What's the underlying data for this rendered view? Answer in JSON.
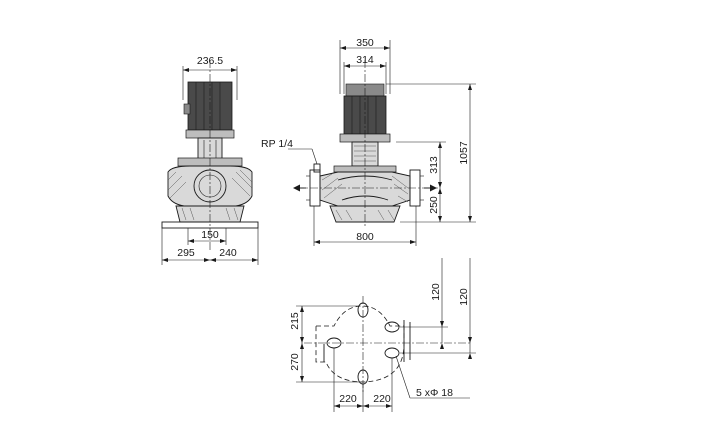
{
  "dimensions": {
    "side_view": {
      "motor_width": "236.5",
      "flange_center": "150",
      "base_left": "295",
      "base_right": "240"
    },
    "front_view": {
      "overall_width": "350",
      "motor_width": "314",
      "port_label": "RP 1/4",
      "height_313": "313",
      "height_250": "250",
      "overall_height": "1057",
      "port_to_port": "800"
    },
    "base_plan": {
      "height_215": "215",
      "height_270": "270",
      "right_120_a": "120",
      "right_120_b": "120",
      "bottom_left_220": "220",
      "bottom_right_220": "220",
      "holes_label": "5   xΦ 18"
    }
  },
  "icons": {
    "flow_arrow_left": "arrow-left-icon",
    "flow_arrow_right": "arrow-right-icon"
  },
  "colors": {
    "line": "#1a1a1a",
    "motor_fill": "#4a4a4a",
    "pump_fill": "#d9d9d9"
  }
}
